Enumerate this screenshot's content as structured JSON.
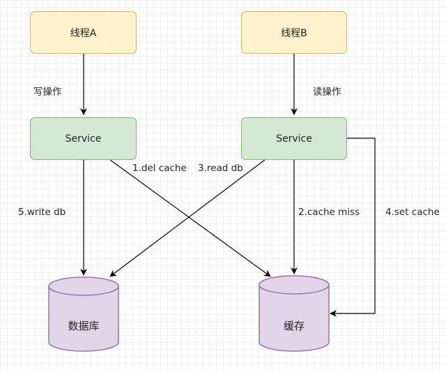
{
  "thread_a": "线程A",
  "thread_b": "线程B",
  "write_op": "写操作",
  "read_op": "读操作",
  "service_a": "Service",
  "service_b": "Service",
  "db": "数据库",
  "cache": "缓存",
  "edges": {
    "del_cache": "1.del cache",
    "cache_miss": "2.cache miss",
    "read_db": "3.read db",
    "set_cache": "4.set cache",
    "write_db": "5.write db"
  },
  "colors": {
    "thread_fill": "#fff2cc",
    "thread_stroke": "#d6b656",
    "service_fill": "#d5e8d4",
    "service_stroke": "#82b366",
    "storage_fill": "#e1d5e7",
    "storage_stroke": "#9673a6"
  }
}
